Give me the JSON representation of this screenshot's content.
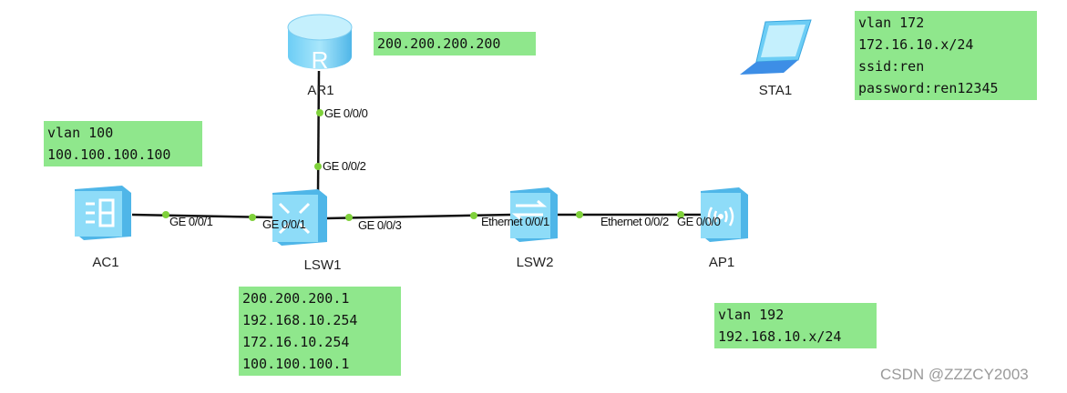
{
  "devices": {
    "ar1": "AR1",
    "ac1": "AC1",
    "lsw1": "LSW1",
    "lsw2": "LSW2",
    "ap1": "AP1",
    "sta1": "STA1"
  },
  "ports": {
    "ar1_ge000": "GE 0/0/0",
    "lsw1_ge002": "GE 0/0/2",
    "ac1_ge001": "GE 0/0/1",
    "lsw1_ge001": "GE 0/0/1",
    "lsw1_ge003": "GE 0/0/3",
    "lsw2_eth001": "Ethernet 0/0/1",
    "lsw2_eth002": "Ethernet 0/0/2",
    "ap1_ge000": "GE 0/0/0"
  },
  "notes": {
    "ar1": [
      "200.200.200.200"
    ],
    "ac1": [
      "vlan 100",
      "100.100.100.100"
    ],
    "sta1": [
      "vlan 172",
      "172.16.10.x/24",
      "ssid:ren",
      "password:ren12345"
    ],
    "lsw1": [
      "200.200.200.1",
      "192.168.10.254",
      "172.16.10.254",
      "100.100.100.1"
    ],
    "ap1": [
      "vlan 192",
      "192.168.10.x/24"
    ]
  },
  "watermark": "CSDN @ZZZCY2003",
  "colors": {
    "note_bg": "#8fe78c",
    "port_dot": "#7fd13b",
    "device": "#5fc4f0"
  }
}
